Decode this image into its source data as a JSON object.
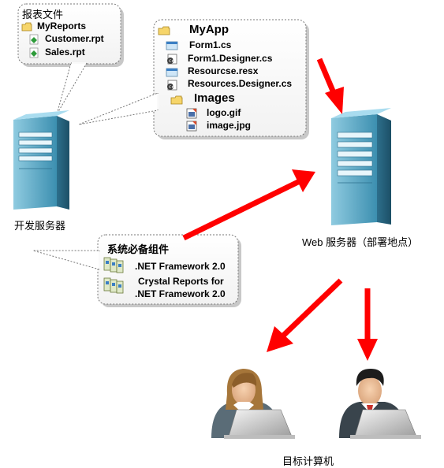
{
  "report_bubble": {
    "title": "报表文件",
    "folder": "MyReports",
    "files": [
      "Customer.rpt",
      "Sales.rpt"
    ]
  },
  "project_bubble": {
    "root": "MyApp",
    "files": [
      "Form1.cs",
      "Form1.Designer.cs",
      "Resourcse.resx",
      "Resources.Designer.cs"
    ],
    "subfolder": "Images",
    "subfiles": [
      "logo.gif",
      "image.jpg"
    ]
  },
  "components_bubble": {
    "title": "系统必备组件",
    "items": [
      ".NET Framework 2.0",
      "Crystal Reports for",
      ".NET Framework 2.0"
    ]
  },
  "labels": {
    "dev_server": "开发服务器",
    "web_server": "Web 服务器（部署地点）",
    "target_computer": "目标计算机"
  },
  "colors": {
    "arrow": "#ff0000",
    "server_body": "#5aa7c4",
    "bubble_border": "#777777"
  },
  "icons": {
    "folder": "folder-icon",
    "rpt_file": "crystal-report-file-icon",
    "cs_file": "csharp-file-icon",
    "resx_file": "resource-file-icon",
    "image_file": "image-file-icon",
    "component": "setup-component-icon",
    "server": "server-tower-icon",
    "user": "user-with-laptop-icon"
  }
}
